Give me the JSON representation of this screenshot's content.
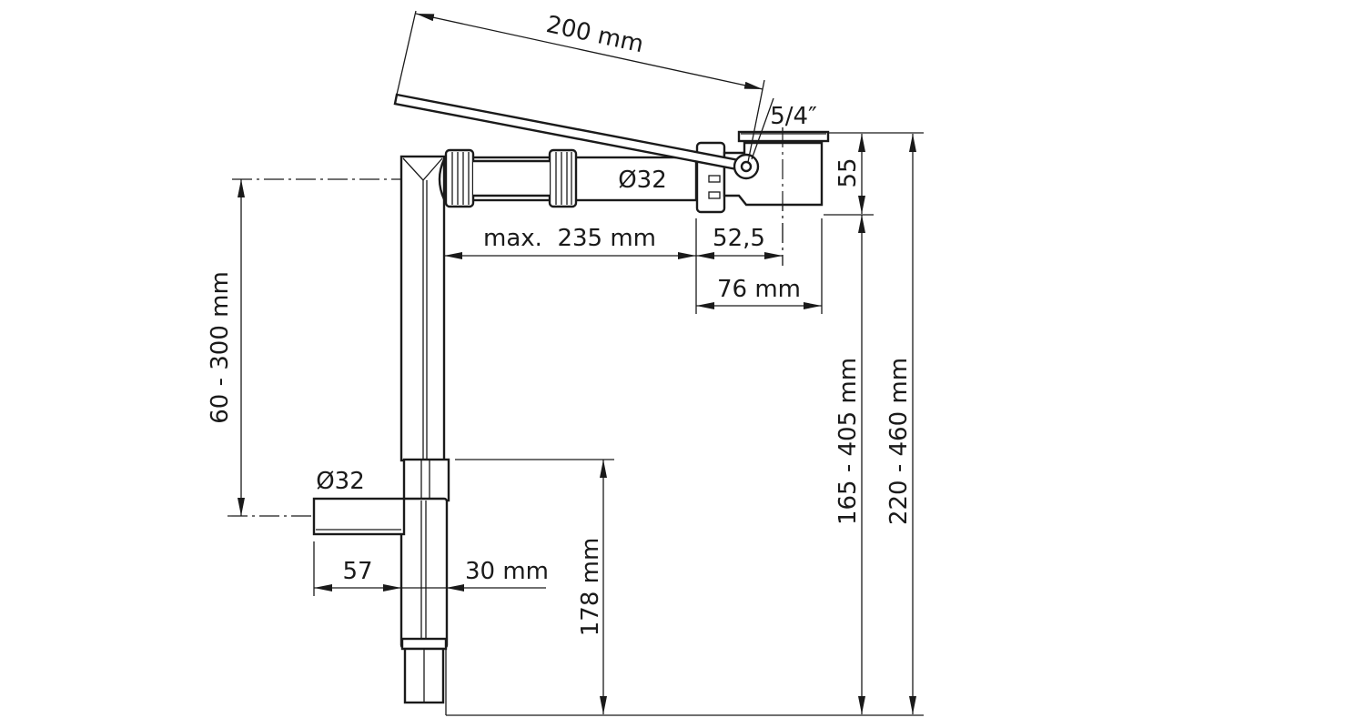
{
  "drawing": {
    "title": "Shower drain trap with extension pipe – dimension drawing",
    "labels": {
      "lever_length": "200 mm",
      "thread": "5/4″",
      "pipe_diameter_horizontal": "Ø32",
      "max_length": "max.  235 mm",
      "offset_center": "52,5",
      "body_width": "76 mm",
      "body_height": "55",
      "vertical_range": "60 - 300 mm",
      "outlet_diameter": "Ø32",
      "outlet_length": "57",
      "pipe_width": "30 mm",
      "bottom_height": "178 mm",
      "range_inner": "165 - 405 mm",
      "range_total": "220 - 460 mm"
    },
    "colors": {
      "line": "#1a1a1a",
      "background": "#ffffff"
    }
  }
}
